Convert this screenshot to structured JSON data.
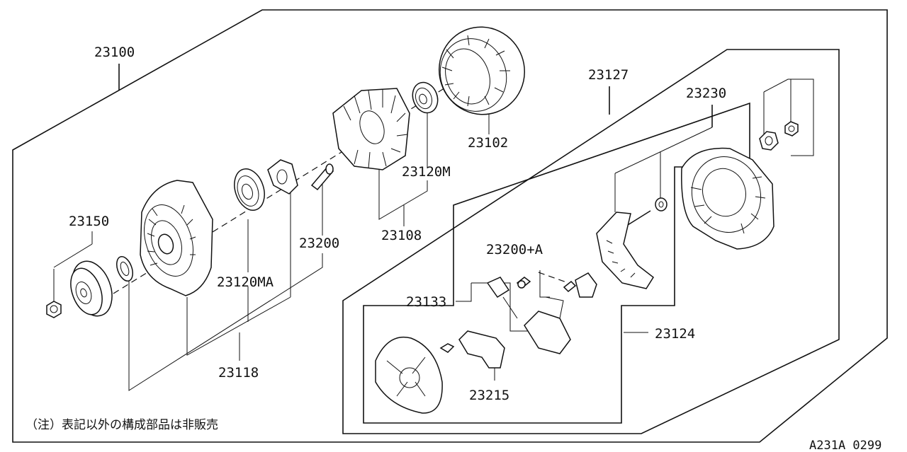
{
  "labels": {
    "l23100": "23100",
    "l23127": "23127",
    "l23230": "23230",
    "l23102": "23102",
    "l23120M": "23120M",
    "l23150": "23150",
    "l23200": "23200",
    "l23108": "23108",
    "l23200A": "23200+A",
    "l23120MA": "23120MA",
    "l23133": "23133",
    "l23124": "23124",
    "l23118": "23118",
    "l23215": "23215"
  },
  "note": "（注）表記以外の構成部品は非販売",
  "diagram_code": "A231A 0299"
}
